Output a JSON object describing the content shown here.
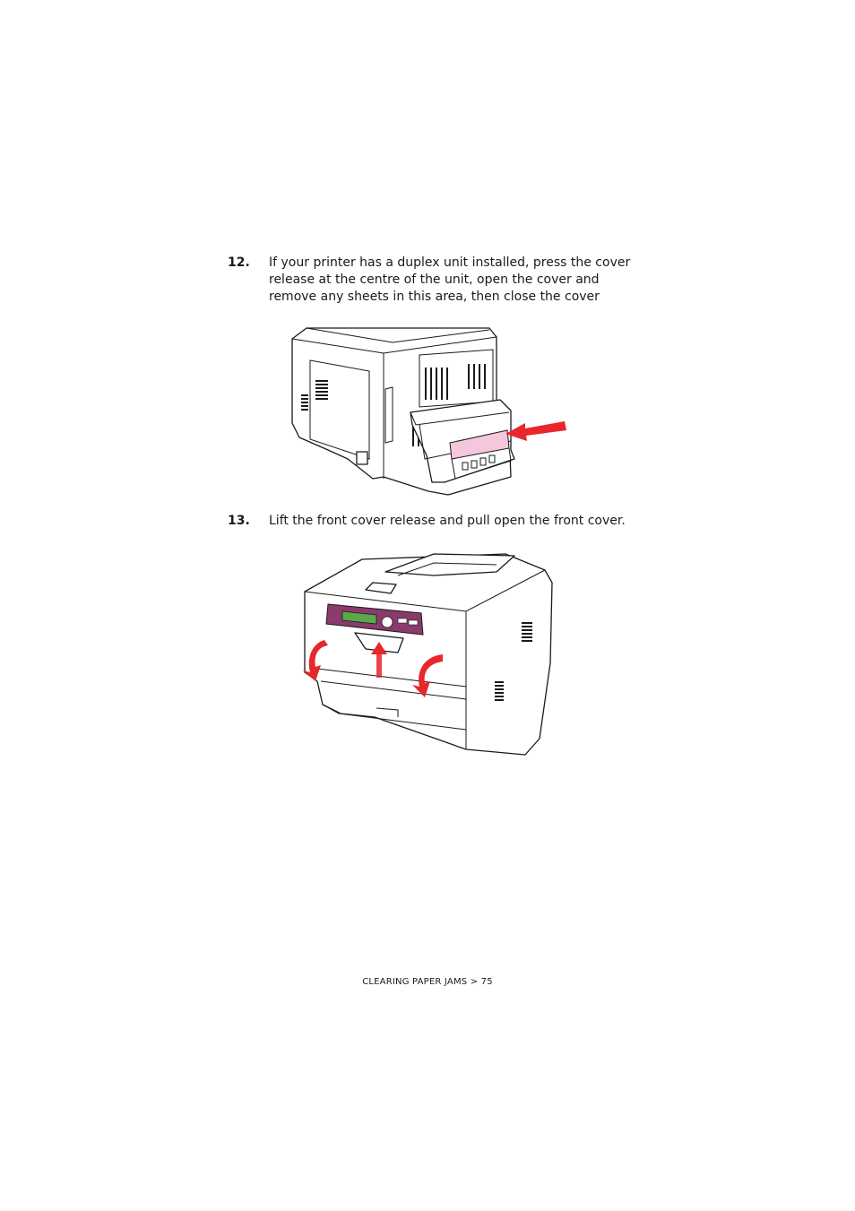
{
  "steps": [
    {
      "number": "12.",
      "text": "If your printer has a duplex unit installed, press the cover release at the centre of the unit, open the cover and remove any sheets in this area, then close the cover"
    },
    {
      "number": "13.",
      "text": "Lift the front cover release and pull open the front cover."
    }
  ],
  "footer": {
    "text": "CLEARING PAPER JAMS > 75"
  },
  "colors": {
    "arrow_red": "#e8262b",
    "paper_pink": "#f6c6dc",
    "panel_purple": "#8a3a6b",
    "lcd_green": "#5aa84a"
  }
}
